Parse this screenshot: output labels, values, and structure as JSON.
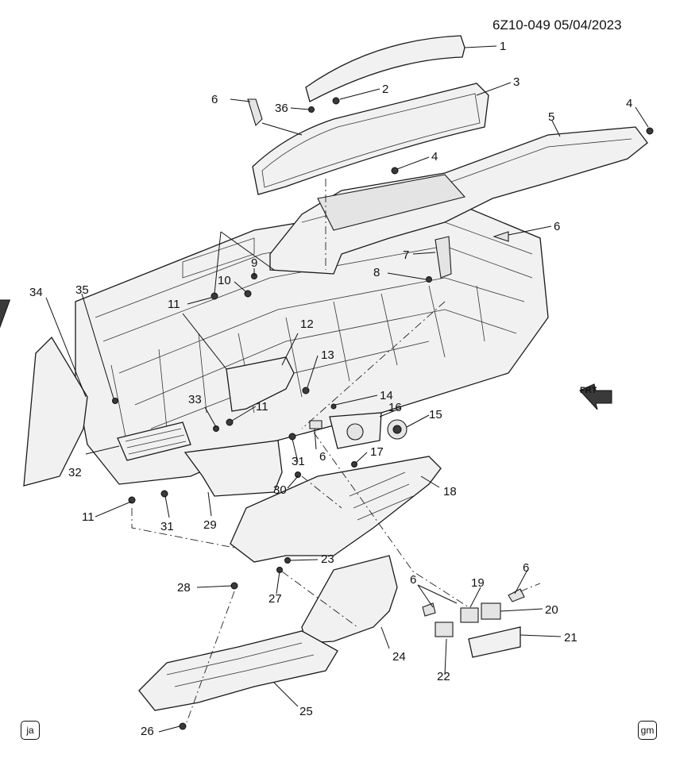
{
  "header": {
    "code": "6Z10-049  05/04/2023"
  },
  "orientation": {
    "label": "FRT"
  },
  "corner_marks": {
    "left": "ja",
    "right": "gm"
  },
  "callouts": [
    {
      "id": "c1",
      "text": "1"
    },
    {
      "id": "c2",
      "text": "2"
    },
    {
      "id": "c3",
      "text": "3"
    },
    {
      "id": "c4a",
      "text": "4"
    },
    {
      "id": "c4b",
      "text": "4"
    },
    {
      "id": "c5",
      "text": "5"
    },
    {
      "id": "c6a",
      "text": "6"
    },
    {
      "id": "c6b",
      "text": "6"
    },
    {
      "id": "c6c",
      "text": "6"
    },
    {
      "id": "c6d",
      "text": "6"
    },
    {
      "id": "c6e",
      "text": "6"
    },
    {
      "id": "c7",
      "text": "7"
    },
    {
      "id": "c8",
      "text": "8"
    },
    {
      "id": "c9",
      "text": "9"
    },
    {
      "id": "c10",
      "text": "10"
    },
    {
      "id": "c11a",
      "text": "11"
    },
    {
      "id": "c11b",
      "text": "11"
    },
    {
      "id": "c11c",
      "text": "11"
    },
    {
      "id": "c12",
      "text": "12"
    },
    {
      "id": "c13",
      "text": "13"
    },
    {
      "id": "c14",
      "text": "14"
    },
    {
      "id": "c15",
      "text": "15"
    },
    {
      "id": "c16",
      "text": "16"
    },
    {
      "id": "c17",
      "text": "17"
    },
    {
      "id": "c18",
      "text": "18"
    },
    {
      "id": "c19",
      "text": "19"
    },
    {
      "id": "c20",
      "text": "20"
    },
    {
      "id": "c21",
      "text": "21"
    },
    {
      "id": "c22",
      "text": "22"
    },
    {
      "id": "c23",
      "text": "23"
    },
    {
      "id": "c24",
      "text": "24"
    },
    {
      "id": "c25",
      "text": "25"
    },
    {
      "id": "c26",
      "text": "26"
    },
    {
      "id": "c27",
      "text": "27"
    },
    {
      "id": "c28",
      "text": "28"
    },
    {
      "id": "c29",
      "text": "29"
    },
    {
      "id": "c30",
      "text": "30"
    },
    {
      "id": "c31a",
      "text": "31"
    },
    {
      "id": "c31b",
      "text": "31"
    },
    {
      "id": "c32",
      "text": "32"
    },
    {
      "id": "c33",
      "text": "33"
    },
    {
      "id": "c34",
      "text": "34"
    },
    {
      "id": "c35",
      "text": "35"
    },
    {
      "id": "c36",
      "text": "36"
    }
  ]
}
